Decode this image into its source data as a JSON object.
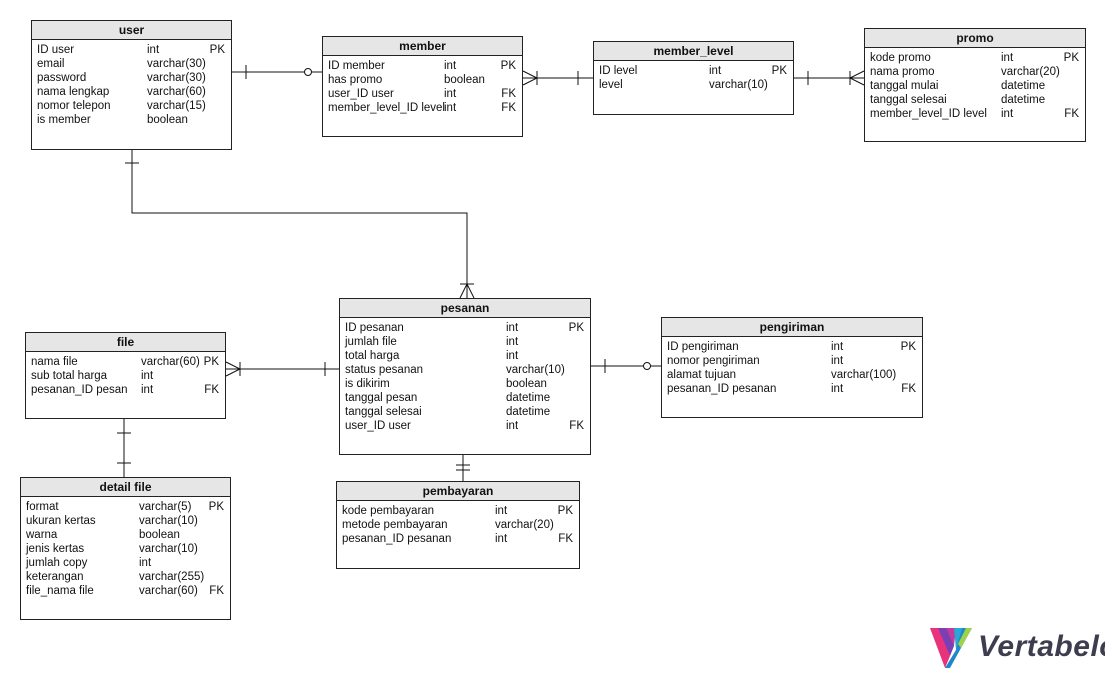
{
  "diagram": {
    "entities": [
      {
        "id": "user",
        "title": "user",
        "columns": [
          {
            "name": "ID user",
            "type": "int",
            "key": "PK"
          },
          {
            "name": "email",
            "type": "varchar(30)",
            "key": ""
          },
          {
            "name": "password",
            "type": "varchar(30)",
            "key": ""
          },
          {
            "name": "nama lengkap",
            "type": "varchar(60)",
            "key": ""
          },
          {
            "name": "nomor telepon",
            "type": "varchar(15)",
            "key": ""
          },
          {
            "name": "is member",
            "type": "boolean",
            "key": ""
          }
        ]
      },
      {
        "id": "member",
        "title": "member",
        "columns": [
          {
            "name": "ID member",
            "type": "int",
            "key": "PK"
          },
          {
            "name": "has promo",
            "type": "boolean",
            "key": ""
          },
          {
            "name": "user_ID user",
            "type": "int",
            "key": "FK"
          },
          {
            "name": "member_level_ID level",
            "type": "int",
            "key": "FK"
          }
        ]
      },
      {
        "id": "member_level",
        "title": "member_level",
        "columns": [
          {
            "name": "ID level",
            "type": "int",
            "key": "PK"
          },
          {
            "name": "level",
            "type": "varchar(10)",
            "key": ""
          }
        ]
      },
      {
        "id": "promo",
        "title": "promo",
        "columns": [
          {
            "name": "kode promo",
            "type": "int",
            "key": "PK"
          },
          {
            "name": "nama promo",
            "type": "varchar(20)",
            "key": ""
          },
          {
            "name": "tanggal mulai",
            "type": "datetime",
            "key": ""
          },
          {
            "name": "tanggal selesai",
            "type": "datetime",
            "key": ""
          },
          {
            "name": "member_level_ID level",
            "type": "int",
            "key": "FK"
          }
        ]
      },
      {
        "id": "pesanan",
        "title": "pesanan",
        "columns": [
          {
            "name": "ID pesanan",
            "type": "int",
            "key": "PK"
          },
          {
            "name": "jumlah file",
            "type": "int",
            "key": ""
          },
          {
            "name": "total harga",
            "type": "int",
            "key": ""
          },
          {
            "name": "status pesanan",
            "type": "varchar(10)",
            "key": ""
          },
          {
            "name": "is dikirim",
            "type": "boolean",
            "key": ""
          },
          {
            "name": "tanggal pesan",
            "type": "datetime",
            "key": ""
          },
          {
            "name": "tanggal selesai",
            "type": "datetime",
            "key": ""
          },
          {
            "name": "user_ID user",
            "type": "int",
            "key": "FK"
          }
        ]
      },
      {
        "id": "file",
        "title": "file",
        "columns": [
          {
            "name": "nama file",
            "type": "varchar(60)",
            "key": "PK"
          },
          {
            "name": "sub total harga",
            "type": "int",
            "key": ""
          },
          {
            "name": "pesanan_ID pesan",
            "type": "int",
            "key": "FK"
          }
        ]
      },
      {
        "id": "pengiriman",
        "title": "pengiriman",
        "columns": [
          {
            "name": "ID pengiriman",
            "type": "int",
            "key": "PK"
          },
          {
            "name": "nomor pengiriman",
            "type": "int",
            "key": ""
          },
          {
            "name": "alamat tujuan",
            "type": "varchar(100)",
            "key": ""
          },
          {
            "name": "pesanan_ID pesanan",
            "type": "int",
            "key": "FK"
          }
        ]
      },
      {
        "id": "detail_file",
        "title": "detail file",
        "columns": [
          {
            "name": "format",
            "type": "varchar(5)",
            "key": "PK"
          },
          {
            "name": "ukuran kertas",
            "type": "varchar(10)",
            "key": ""
          },
          {
            "name": "warna",
            "type": "boolean",
            "key": ""
          },
          {
            "name": "jenis kertas",
            "type": "varchar(10)",
            "key": ""
          },
          {
            "name": "jumlah copy",
            "type": "int",
            "key": ""
          },
          {
            "name": "keterangan",
            "type": "varchar(255)",
            "key": ""
          },
          {
            "name": "file_nama file",
            "type": "varchar(60)",
            "key": "FK"
          }
        ]
      },
      {
        "id": "pembayaran",
        "title": "pembayaran",
        "columns": [
          {
            "name": "kode pembayaran",
            "type": "int",
            "key": "PK"
          },
          {
            "name": "metode pembayaran",
            "type": "varchar(20)",
            "key": ""
          },
          {
            "name": "pesanan_ID pesanan",
            "type": "int",
            "key": "FK"
          }
        ]
      }
    ],
    "relationships": [
      {
        "from": "user",
        "to": "member",
        "from_cardinality": "one",
        "to_cardinality": "zero-or-one"
      },
      {
        "from": "member_level",
        "to": "member",
        "from_cardinality": "one",
        "to_cardinality": "many"
      },
      {
        "from": "member_level",
        "to": "promo",
        "from_cardinality": "one",
        "to_cardinality": "many"
      },
      {
        "from": "user",
        "to": "pesanan",
        "from_cardinality": "one",
        "to_cardinality": "many"
      },
      {
        "from": "pesanan",
        "to": "file",
        "from_cardinality": "one",
        "to_cardinality": "many"
      },
      {
        "from": "pesanan",
        "to": "pengiriman",
        "from_cardinality": "one",
        "to_cardinality": "zero-or-one"
      },
      {
        "from": "file",
        "to": "detail_file",
        "from_cardinality": "one",
        "to_cardinality": "one"
      },
      {
        "from": "pesanan",
        "to": "pembayaran",
        "from_cardinality": "one",
        "to_cardinality": "one"
      }
    ]
  },
  "brand": {
    "name": "Vertabelo",
    "colors": [
      "#e8327c",
      "#7b3fb5",
      "#2aa7d9",
      "#9fd14a"
    ]
  },
  "colors": {
    "header_fill": "#e6e6e6",
    "border": "#222222",
    "line": "#111111"
  }
}
